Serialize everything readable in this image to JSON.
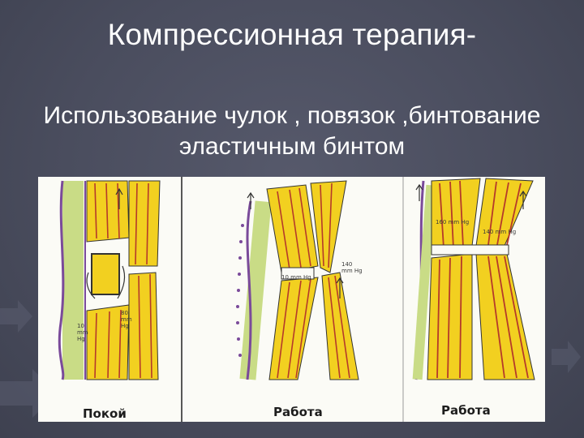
{
  "slide": {
    "title": "Компрессионная терапия-",
    "subtitle_line1": "Использование чулок , повязок ,бинтование",
    "subtitle_line2": "эластичным бинтом"
  },
  "figure": {
    "panels": [
      {
        "label": "Покой"
      },
      {
        "label": "Работа"
      },
      {
        "label": "Работа"
      }
    ],
    "pressure_labels": {
      "p1_a": "80",
      "p1_b": "mm",
      "p1_c": "Hg",
      "p2_a": "10",
      "p2_b": "mm",
      "p2_c": "Hg",
      "p3": "10 mm Hg",
      "p4_a": "140",
      "p4_b": "mm Hg",
      "p5": "160 mm Hg",
      "p6": "140 mm Hg"
    }
  },
  "colors": {
    "background": "#4a4d5e",
    "muscle": "#f2d020",
    "muscle_stripe": "#b53a2a",
    "vein": "#7a4a9a",
    "fat": "#b8d070"
  }
}
